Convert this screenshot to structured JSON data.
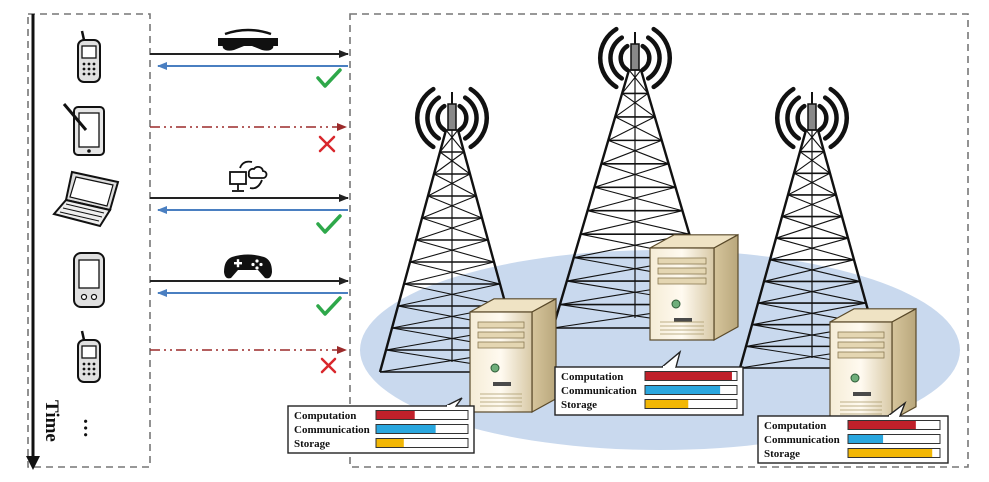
{
  "time_axis": {
    "label": "Time",
    "ellipsis": "…"
  },
  "colors": {
    "request_arrow": "#222222",
    "response_arrow": "#4a7fc1",
    "rejected_arrow": "#9b2a2a",
    "accept_check": "#2ea84a",
    "reject_cross": "#d9262c",
    "computation": "#c0202a",
    "communication": "#2aa7df",
    "storage": "#f2b705",
    "coverage_area": "#c9d9ee"
  },
  "devices": [
    {
      "icon": "cellphone-icon",
      "task_icon": "vr-headset-icon",
      "outcome": "accepted"
    },
    {
      "icon": "tablet-icon",
      "task_icon": "",
      "outcome": "rejected"
    },
    {
      "icon": "laptop-icon",
      "task_icon": "cloud-computer-icon",
      "outcome": "accepted"
    },
    {
      "icon": "pda-icon",
      "task_icon": "gamepad-icon",
      "outcome": "accepted"
    },
    {
      "icon": "cellphone-icon",
      "task_icon": "",
      "outcome": "rejected"
    }
  ],
  "resource_popups": [
    {
      "server": "left",
      "rows": [
        {
          "label": "Computation",
          "level": 0.42
        },
        {
          "label": "Communication",
          "level": 0.65
        },
        {
          "label": "Storage",
          "level": 0.3
        }
      ]
    },
    {
      "server": "middle",
      "rows": [
        {
          "label": "Computation",
          "level": 0.95
        },
        {
          "label": "Communication",
          "level": 0.82
        },
        {
          "label": "Storage",
          "level": 0.47
        }
      ]
    },
    {
      "server": "right",
      "rows": [
        {
          "label": "Computation",
          "level": 0.74
        },
        {
          "label": "Communication",
          "level": 0.38
        },
        {
          "label": "Storage",
          "level": 0.92
        }
      ]
    }
  ]
}
